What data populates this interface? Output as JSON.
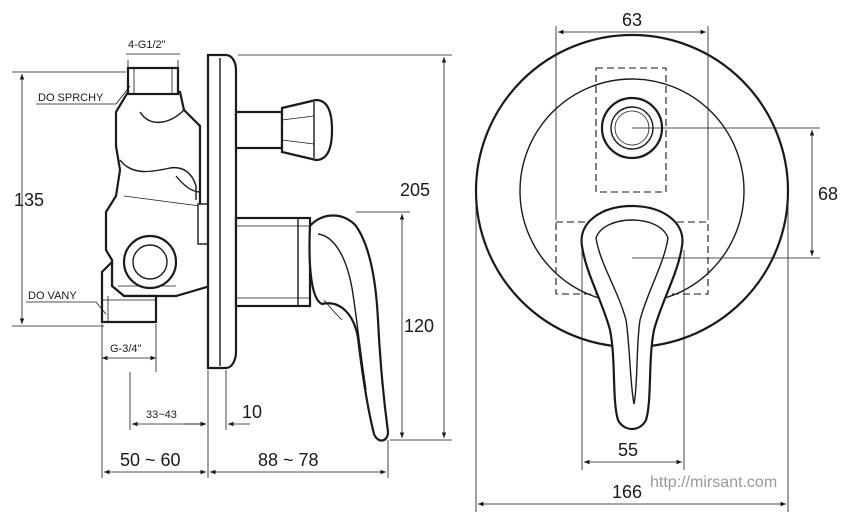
{
  "side_view": {
    "thread_top_label": "4-G1/2\"",
    "shower_outlet_label": "DO SPRCHY",
    "bath_outlet_label": "DO VANY",
    "thread_bottom_label": "G-3/4\"",
    "dim_135": "135",
    "dim_205": "205",
    "dim_120": "120",
    "dim_33_43": "33~43",
    "dim_10": "10",
    "dim_50_60": "50 ~ 60",
    "dim_88_78": "88 ~ 78"
  },
  "front_view": {
    "dim_63": "63",
    "dim_68": "68",
    "dim_55": "55",
    "dim_166": "166"
  },
  "watermark": "http://mirsant.com"
}
